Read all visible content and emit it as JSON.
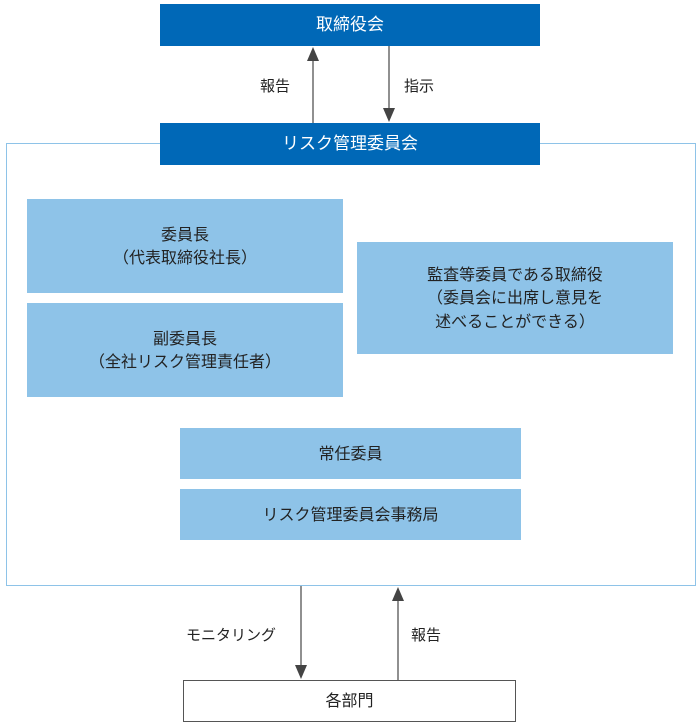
{
  "board": {
    "label": "取締役会"
  },
  "committee": {
    "label": "リスク管理委員会"
  },
  "members": {
    "chair": {
      "line1": "委員長",
      "line2": "（代表取締役社長）"
    },
    "vice_chair": {
      "line1": "副委員長",
      "line2": "（全社リスク管理責任者）"
    },
    "auditor": {
      "line1": "監査等委員である取締役",
      "line2": "（委員会に出席し意見を",
      "line3": "述べることができる）"
    },
    "standing": {
      "label": "常任委員"
    },
    "secretariat": {
      "label": "リスク管理委員会事務局"
    }
  },
  "departments": {
    "label": "各部門"
  },
  "flows": {
    "report_up_top": "報告",
    "instruct_down_top": "指示",
    "monitoring_down": "モニタリング",
    "report_up_bottom": "報告"
  },
  "colors": {
    "dark_blue": "#0068b7",
    "light_blue": "#8ec3e8",
    "arrow": "#555555"
  }
}
